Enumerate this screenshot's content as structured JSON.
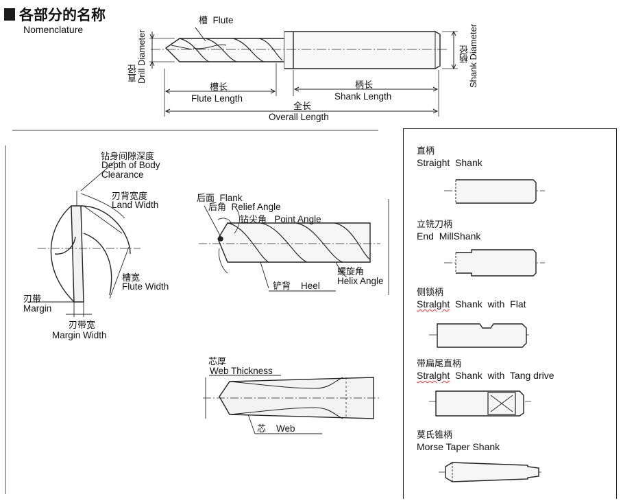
{
  "header": {
    "title_cn": "各部分的名称",
    "title_en": "Nomenclature"
  },
  "top_drawing": {
    "flute": {
      "cn": "槽",
      "en": "Flute"
    },
    "drill_diameter": {
      "cn": "直径",
      "en": "Drill Diameter"
    },
    "shank_diameter": {
      "cn": "柄径",
      "en": "Shank Diameter"
    },
    "flute_length": {
      "cn": "槽长",
      "en": "Flute Length"
    },
    "shank_length": {
      "cn": "柄长",
      "en": "Shank Length"
    },
    "overall_length": {
      "cn": "全长",
      "en": "Overall Length"
    }
  },
  "cross_section": {
    "body_clearance": {
      "cn": "钻身间隙深度",
      "en1": "Depth of Body",
      "en2": "Clearance"
    },
    "land_width": {
      "cn": "刃背宽度",
      "en": "Land Width"
    },
    "flute_width": {
      "cn": "槽宽",
      "en": "Flute Width"
    },
    "margin": {
      "cn": "刃带",
      "en": "Margin"
    },
    "margin_width": {
      "cn": "刃带宽",
      "en": "Margin Width"
    }
  },
  "tip_drawing": {
    "flank": {
      "cn": "后面",
      "en": "Flank"
    },
    "relief_angle": {
      "cn": "后角",
      "en": "Relief Angle"
    },
    "point_angle": {
      "cn": "钻尖角",
      "en": "Point Angle"
    },
    "helix_angle": {
      "cn": "螺旋角",
      "en": "Helix Angle"
    },
    "heel": {
      "cn": "铲背",
      "en": "Heel"
    }
  },
  "web_drawing": {
    "web_thickness": {
      "cn": "芯厚",
      "en": "Web Thickness"
    },
    "web": {
      "cn": "芯",
      "en": "Web"
    }
  },
  "shank_types": [
    {
      "cn": "直柄",
      "en": "Straight  Shank",
      "icon": "straight-shank-icon"
    },
    {
      "cn": "立铣刀柄",
      "en": "End  MillShank",
      "icon": "end-mill-shank-icon"
    },
    {
      "cn": "侧锁柄",
      "en_a": "Stralght",
      "en_b": "  Shank  with  Flat",
      "icon": "shank-with-flat-icon"
    },
    {
      "cn": "带扁尾直柄",
      "en_a": "Stralght",
      "en_b": "  Shank  with  Tang drive",
      "icon": "tang-drive-shank-icon"
    },
    {
      "cn": "莫氏锥柄",
      "en": "Morse Taper Shank",
      "icon": "morse-taper-shank-icon"
    }
  ]
}
